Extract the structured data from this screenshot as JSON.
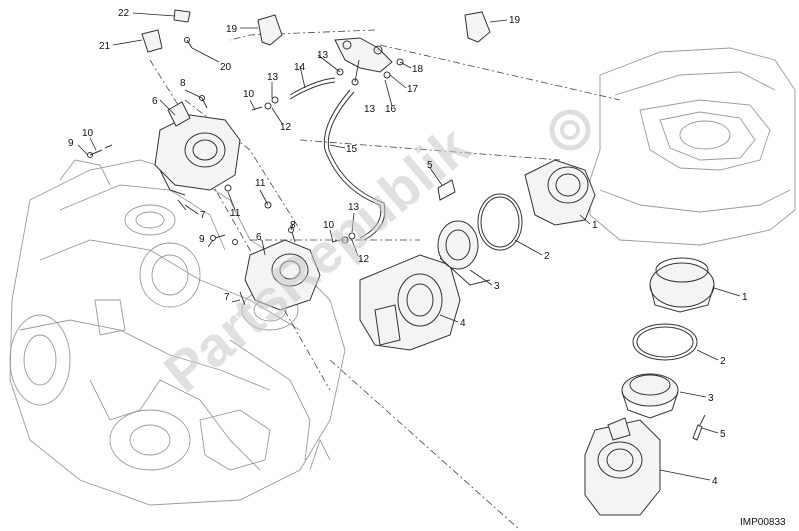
{
  "watermark": "PartsRepublik",
  "reference_code": "IMP00833",
  "callouts": [
    {
      "id": "c22",
      "text": "22"
    },
    {
      "id": "c21",
      "text": "21"
    },
    {
      "id": "c20",
      "text": "20"
    },
    {
      "id": "c19a",
      "text": "19"
    },
    {
      "id": "c19b",
      "text": "19"
    },
    {
      "id": "c18",
      "text": "18"
    },
    {
      "id": "c17",
      "text": "17"
    },
    {
      "id": "c16",
      "text": "16"
    },
    {
      "id": "c15",
      "text": "15"
    },
    {
      "id": "c14",
      "text": "14"
    },
    {
      "id": "c13a",
      "text": "13"
    },
    {
      "id": "c13b",
      "text": "13"
    },
    {
      "id": "c13c",
      "text": "13"
    },
    {
      "id": "c13d",
      "text": "13"
    },
    {
      "id": "c12a",
      "text": "12"
    },
    {
      "id": "c12b",
      "text": "12"
    },
    {
      "id": "c11a",
      "text": "11"
    },
    {
      "id": "c11b",
      "text": "11"
    },
    {
      "id": "c10a",
      "text": "10"
    },
    {
      "id": "c10b",
      "text": "10"
    },
    {
      "id": "c10c",
      "text": "10"
    },
    {
      "id": "c9a",
      "text": "9"
    },
    {
      "id": "c9b",
      "text": "9"
    },
    {
      "id": "c8a",
      "text": "8"
    },
    {
      "id": "c8b",
      "text": "8"
    },
    {
      "id": "c7a",
      "text": "7"
    },
    {
      "id": "c7b",
      "text": "7"
    },
    {
      "id": "c6a",
      "text": "6"
    },
    {
      "id": "c6b",
      "text": "6"
    },
    {
      "id": "c5a",
      "text": "5"
    },
    {
      "id": "c5b",
      "text": "5"
    },
    {
      "id": "c4a",
      "text": "4"
    },
    {
      "id": "c4b",
      "text": "4"
    },
    {
      "id": "c3a",
      "text": "3"
    },
    {
      "id": "c3b",
      "text": "3"
    },
    {
      "id": "c2a",
      "text": "2"
    },
    {
      "id": "c2b",
      "text": "2"
    },
    {
      "id": "c1a",
      "text": "1"
    },
    {
      "id": "c1b",
      "text": "1"
    }
  ]
}
